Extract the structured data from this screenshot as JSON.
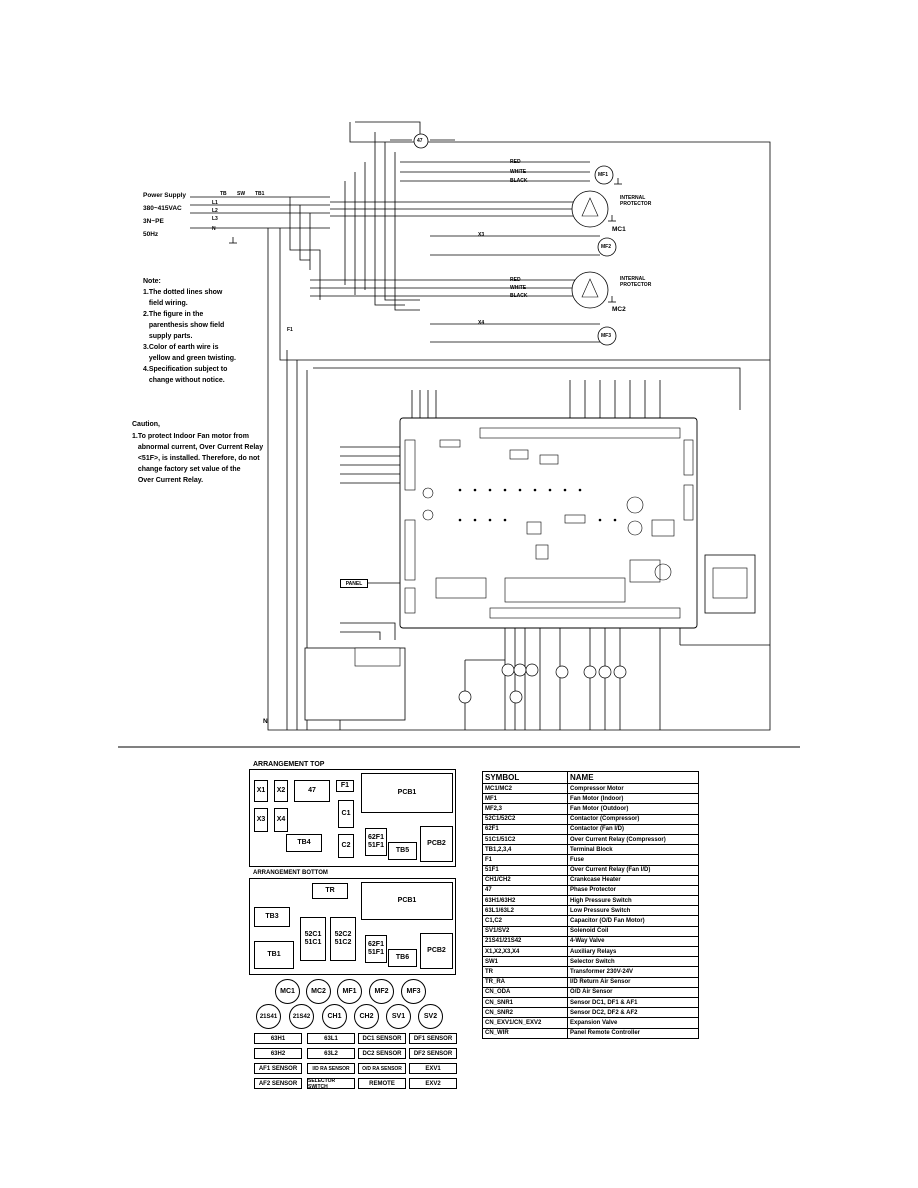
{
  "power": {
    "label": "Power Supply",
    "voltage": "380~415VAC",
    "phase": "3N~PE",
    "freq": "50Hz",
    "terminals": [
      "L1",
      "L2",
      "L3",
      "N"
    ],
    "tb_labels": [
      "TB",
      "SW",
      "TB1"
    ]
  },
  "notes": {
    "title": "Note:",
    "items": [
      "1.The dotted lines show",
      "   field wiring.",
      "2.The figure in the",
      "   parenthesis show field",
      "   supply parts.",
      "3.Color of earth wire is",
      "   yellow and green twisting.",
      "4.Specification subject to",
      "   change without notice."
    ]
  },
  "caution": {
    "title": "Caution,",
    "items": [
      "1.To protect Indoor Fan motor from",
      "   abnormal current, Over Current Relay",
      "   <51F>, is installed. Therefore, do not",
      "   change factory set value of the",
      "   Over Current Relay."
    ]
  },
  "diagram_labels": {
    "phase_protector": "47",
    "wire_colors": [
      "RED",
      "WHITE",
      "BLACK"
    ],
    "motors": [
      "MF1",
      "MC1",
      "MF2",
      "MC2",
      "MF3"
    ],
    "compressor_label": "INTERNAL\nPROTECTOR",
    "x_relays": [
      "X3",
      "X4"
    ],
    "fuse": "F1",
    "panel": "PANEL",
    "ground": "N"
  },
  "arrangement_top": {
    "title": "ARRANGEMENT TOP",
    "items": [
      "X1",
      "X2",
      "47",
      "F1",
      "X3",
      "X4",
      "C1",
      "TB4",
      "C2",
      "PCB1",
      "62F1\n51F1",
      "TB5",
      "PCB2"
    ]
  },
  "arrangement_bottom": {
    "title": "ARRANGEMENT BOTTOM",
    "items": [
      "TR",
      "TB3",
      "TB1",
      "52C1\n51C1",
      "52C2\n51C2",
      "PCB1",
      "62F1\n51F1",
      "TB6",
      "PCB2"
    ]
  },
  "circle_legend": {
    "row1": [
      "MC1",
      "MC2",
      "MF1",
      "MF2",
      "MF3"
    ],
    "row2": [
      "21S41",
      "21S42",
      "CH1",
      "CH2",
      "SV1",
      "SV2"
    ]
  },
  "label_legend": [
    [
      "63H1",
      "63L1",
      "DC1 SENSOR",
      "DF1 SENSOR"
    ],
    [
      "63H2",
      "63L2",
      "DC2 SENSOR",
      "DF2 SENSOR"
    ],
    [
      "AF1 SENSOR",
      "I/D RA SENSOR",
      "O/D RA SENSOR",
      "EXV1"
    ],
    [
      "AF2 SENSOR",
      "SELECTOR SWITCH",
      "REMOTE",
      "EXV2"
    ]
  ],
  "symbol_table": {
    "header": [
      "SYMBOL",
      "NAME"
    ],
    "rows": [
      [
        "MC1/MC2",
        "Compressor Motor"
      ],
      [
        "MF1",
        "Fan Motor (Indoor)"
      ],
      [
        "MF2,3",
        "Fan Motor (Outdoor)"
      ],
      [
        "52C1/52C2",
        "Contactor (Compressor)"
      ],
      [
        "62F1",
        "Contactor (Fan I/D)"
      ],
      [
        "51C1/51C2",
        "Over Current Relay (Compressor)"
      ],
      [
        "TB1,2,3,4",
        "Terminal Block"
      ],
      [
        "F1",
        "Fuse"
      ],
      [
        "51F1",
        "Over Current Relay (Fan I/D)"
      ],
      [
        "CH1/CH2",
        "Crankcase Heater"
      ],
      [
        "47",
        "Phase Protector"
      ],
      [
        "63H1/63H2",
        "High Pressure Switch"
      ],
      [
        "63L1/63L2",
        "Low Pressure Switch"
      ],
      [
        "C1,C2",
        "Capacitor (O/D Fan Motor)"
      ],
      [
        "SV1/SV2",
        "Solenoid Coil"
      ],
      [
        "21S41/21S42",
        "4-Way Valve"
      ],
      [
        "X1,X2,X3,X4",
        "Auxiliary Relays"
      ],
      [
        "SW1",
        "Selector Switch"
      ],
      [
        "TR",
        "Transformer 230V-24V"
      ],
      [
        "TR_RA",
        "I/D Return Air Sensor"
      ],
      [
        "CN_ODA",
        "O/D Air Sensor"
      ],
      [
        "CN_SNR1",
        "Sensor DC1, DF1 & AF1"
      ],
      [
        "CN_SNR2",
        "Sensor DC2, DF2 & AF2"
      ],
      [
        "CN_EXV1/CN_EXV2",
        "Expansion Valve"
      ],
      [
        "CN_WIR",
        "Panel Remote Controller"
      ]
    ]
  }
}
